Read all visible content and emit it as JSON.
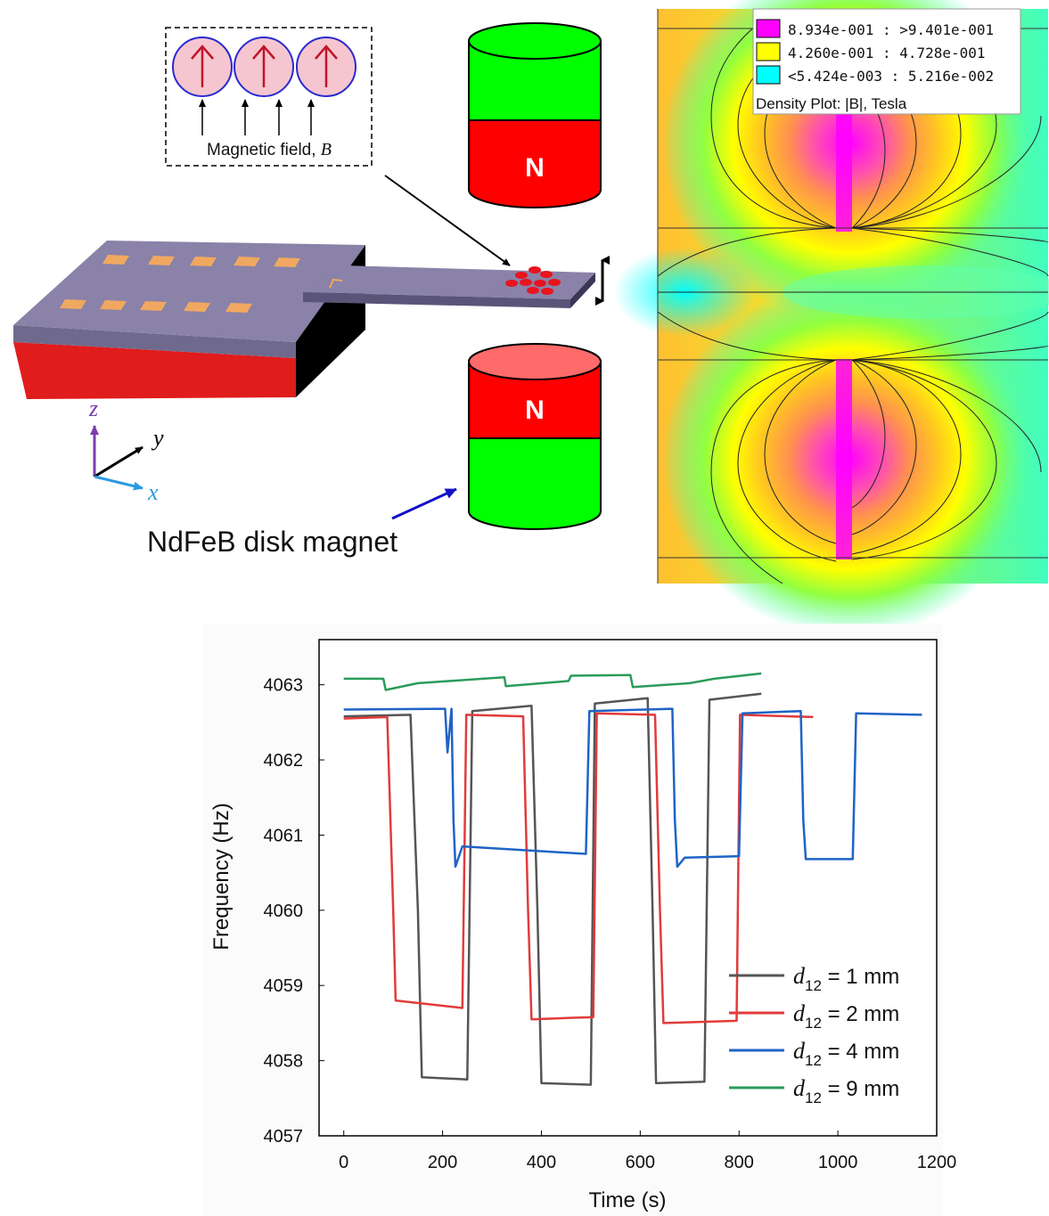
{
  "inset": {
    "label": "Magnetic field, ",
    "label_symbol": "B"
  },
  "magnets": {
    "top_label": "N",
    "bottom_label": "N",
    "caption": "NdFeB disk magnet"
  },
  "axes_triad": {
    "z": "z",
    "y": "y",
    "x": "x"
  },
  "field_map": {
    "legend": [
      {
        "range": "8.934e-001 : >9.401e-001",
        "color": "#ff00ff"
      },
      {
        "range": "4.260e-001 : 4.728e-001",
        "color": "#ffff00"
      },
      {
        "range": "<5.424e-003 : 5.216e-002",
        "color": "#00ffff"
      }
    ],
    "title": "Density Plot: |B|, Tesla"
  },
  "chart_data": {
    "type": "line",
    "xlabel": "Time (s)",
    "ylabel": "Frequency (Hz)",
    "xlim": [
      -50,
      1200
    ],
    "ylim": [
      4057,
      4063.6
    ],
    "xticks": [
      0,
      200,
      400,
      600,
      800,
      1000,
      1200
    ],
    "yticks": [
      4057,
      4058,
      4059,
      4060,
      4061,
      4062,
      4063
    ],
    "series": [
      {
        "name": "d12 = 1 mm",
        "name_main": "d",
        "name_sub": "12",
        "name_rest": " = 1 mm",
        "color": "#555555",
        "points": [
          [
            0,
            4062.58
          ],
          [
            135,
            4062.6
          ],
          [
            150,
            4060.0
          ],
          [
            158,
            4057.78
          ],
          [
            250,
            4057.75
          ],
          [
            260,
            4062.65
          ],
          [
            380,
            4062.72
          ],
          [
            392,
            4060.0
          ],
          [
            400,
            4057.7
          ],
          [
            500,
            4057.68
          ],
          [
            508,
            4062.75
          ],
          [
            615,
            4062.82
          ],
          [
            625,
            4060.0
          ],
          [
            632,
            4057.7
          ],
          [
            730,
            4057.72
          ],
          [
            740,
            4062.8
          ],
          [
            845,
            4062.88
          ]
        ]
      },
      {
        "name": "d12 = 2 mm",
        "name_main": "d",
        "name_sub": "12",
        "name_rest": " = 2 mm",
        "color": "#e23b3b",
        "points": [
          [
            0,
            4062.55
          ],
          [
            88,
            4062.57
          ],
          [
            100,
            4060.0
          ],
          [
            105,
            4058.8
          ],
          [
            240,
            4058.7
          ],
          [
            248,
            4062.6
          ],
          [
            363,
            4062.58
          ],
          [
            373,
            4060.0
          ],
          [
            380,
            4058.55
          ],
          [
            505,
            4058.58
          ],
          [
            512,
            4062.62
          ],
          [
            630,
            4062.6
          ],
          [
            640,
            4060.0
          ],
          [
            647,
            4058.5
          ],
          [
            795,
            4058.53
          ],
          [
            802,
            4062.6
          ],
          [
            950,
            4062.57
          ]
        ]
      },
      {
        "name": "d12 = 4 mm",
        "name_main": "d",
        "name_sub": "12",
        "name_rest": " = 4 mm",
        "color": "#1f63c6",
        "points": [
          [
            0,
            4062.67
          ],
          [
            205,
            4062.68
          ],
          [
            210,
            4062.1
          ],
          [
            218,
            4062.68
          ],
          [
            222,
            4061.2
          ],
          [
            226,
            4060.58
          ],
          [
            240,
            4060.85
          ],
          [
            490,
            4060.75
          ],
          [
            497,
            4062.65
          ],
          [
            665,
            4062.68
          ],
          [
            670,
            4061.2
          ],
          [
            675,
            4060.58
          ],
          [
            690,
            4060.7
          ],
          [
            800,
            4060.72
          ],
          [
            807,
            4062.62
          ],
          [
            925,
            4062.65
          ],
          [
            930,
            4061.2
          ],
          [
            935,
            4060.68
          ],
          [
            1030,
            4060.68
          ],
          [
            1037,
            4062.62
          ],
          [
            1170,
            4062.6
          ]
        ]
      },
      {
        "name": "d12 = 9 mm",
        "name_main": "d",
        "name_sub": "12",
        "name_rest": " = 9 mm",
        "color": "#2a9c5a",
        "points": [
          [
            0,
            4063.08
          ],
          [
            80,
            4063.08
          ],
          [
            85,
            4062.93
          ],
          [
            150,
            4063.02
          ],
          [
            325,
            4063.1
          ],
          [
            328,
            4062.98
          ],
          [
            455,
            4063.05
          ],
          [
            460,
            4063.12
          ],
          [
            580,
            4063.13
          ],
          [
            585,
            4062.97
          ],
          [
            700,
            4063.02
          ],
          [
            750,
            4063.08
          ],
          [
            845,
            4063.15
          ]
        ]
      }
    ]
  }
}
